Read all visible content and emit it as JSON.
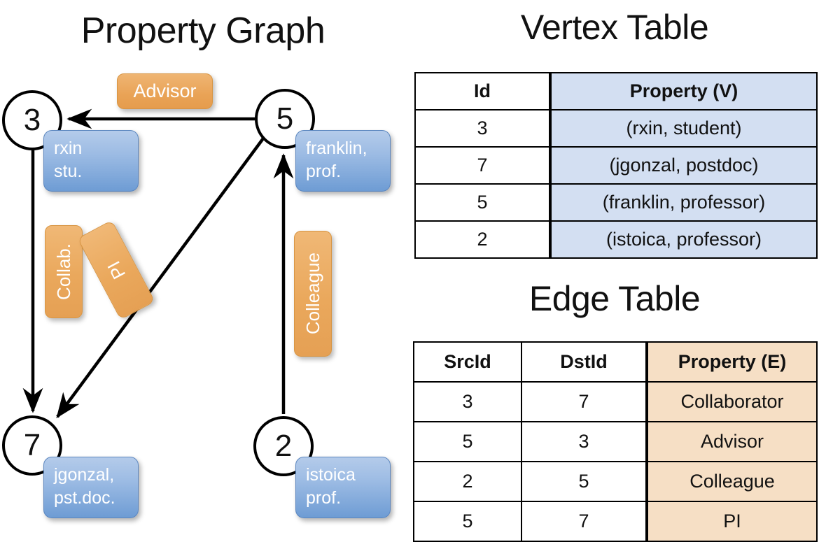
{
  "titles": {
    "property_graph": "Property Graph",
    "vertex_table": "Vertex Table",
    "edge_table": "Edge Table"
  },
  "graph": {
    "nodes": [
      {
        "id": "3",
        "property": "rxin\nstu.",
        "line1": "rxin",
        "line2": "stu."
      },
      {
        "id": "5",
        "property": "franklin, prof.",
        "line1": "franklin,",
        "line2": "prof."
      },
      {
        "id": "7",
        "property": "jgonzal, pst.doc.",
        "line1": "jgonzal,",
        "line2": "pst.doc."
      },
      {
        "id": "2",
        "property": "istoica prof.",
        "line1": "istoica",
        "line2": "prof."
      }
    ],
    "edge_labels": {
      "advisor": "Advisor",
      "collab": "Collab.",
      "pi": "PI",
      "colleague": "Colleague"
    },
    "edges": [
      {
        "from": "5",
        "to": "3",
        "label": "Advisor"
      },
      {
        "from": "3",
        "to": "7",
        "label": "Collab."
      },
      {
        "from": "5",
        "to": "7",
        "label": "PI"
      },
      {
        "from": "2",
        "to": "5",
        "label": "Colleague"
      }
    ]
  },
  "vertex_table": {
    "columns": [
      "Id",
      "Property (V)"
    ],
    "rows": [
      {
        "id": "3",
        "property": "(rxin, student)"
      },
      {
        "id": "7",
        "property": "(jgonzal, postdoc)"
      },
      {
        "id": "5",
        "property": "(franklin, professor)"
      },
      {
        "id": "2",
        "property": "(istoica, professor)"
      }
    ]
  },
  "edge_table": {
    "columns": [
      "SrcId",
      "DstId",
      "Property (E)"
    ],
    "rows": [
      {
        "src": "3",
        "dst": "7",
        "property": "Collaborator"
      },
      {
        "src": "5",
        "dst": "3",
        "property": "Advisor"
      },
      {
        "src": "2",
        "dst": "5",
        "property": "Colleague"
      },
      {
        "src": "5",
        "dst": "7",
        "property": "PI"
      }
    ]
  },
  "colors": {
    "vertex_property_fill": "#d3dff2",
    "edge_property_fill": "#f6dfc5",
    "node_box_blue": "#6e9cd4",
    "edge_label_orange": "#e9a356"
  }
}
